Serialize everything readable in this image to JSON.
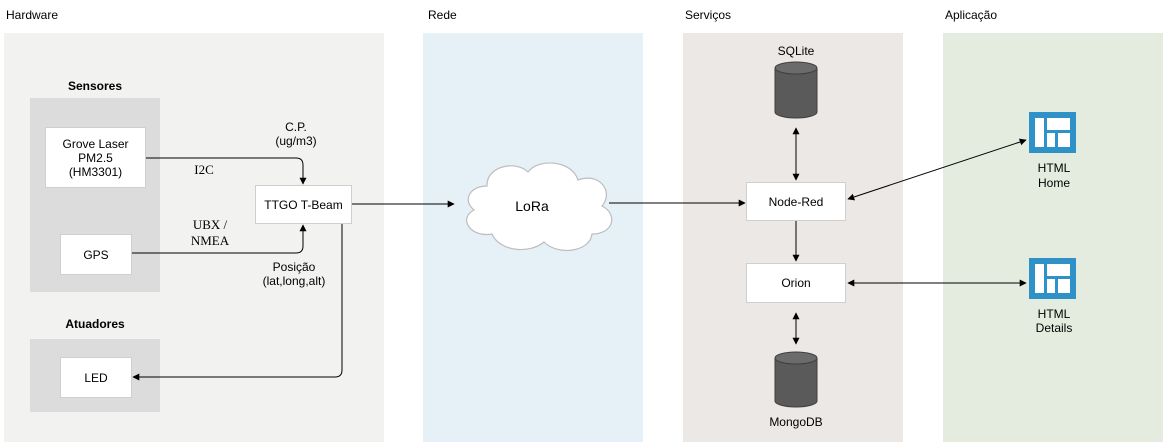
{
  "colors": {
    "hardware_bg": "#f2f2f0",
    "rede_bg": "#e6f0f7",
    "servicos_bg": "#ece8e5",
    "aplicacao_bg": "#e3ecdf",
    "group_bg": "#dcdcdc",
    "icon_blue": "#2e92c8"
  },
  "lanes": {
    "hardware": "Hardware",
    "rede": "Rede",
    "servicos": "Serviços",
    "aplicacao": "Aplicação"
  },
  "groups": {
    "sensores": "Sensores",
    "atuadores": "Atuadores"
  },
  "nodes": {
    "grove": "Grove Laser\nPM2.5\n(HM3301)",
    "gps": "GPS",
    "led": "LED",
    "ttgo": "TTGO T-Beam",
    "lora": "LoRa",
    "nodered": "Node-Red",
    "orion": "Orion",
    "sqlite": "SQLite",
    "mongodb": "MongoDB",
    "html_home": "HTML\nHome",
    "html_details": "HTML\nDetails"
  },
  "edge_labels": {
    "cp": "C.P.\n(ug/m3)",
    "i2c": "I2C",
    "ubx": "UBX /\nNMEA",
    "posicao": "Posição\n(lat,long,alt)"
  }
}
